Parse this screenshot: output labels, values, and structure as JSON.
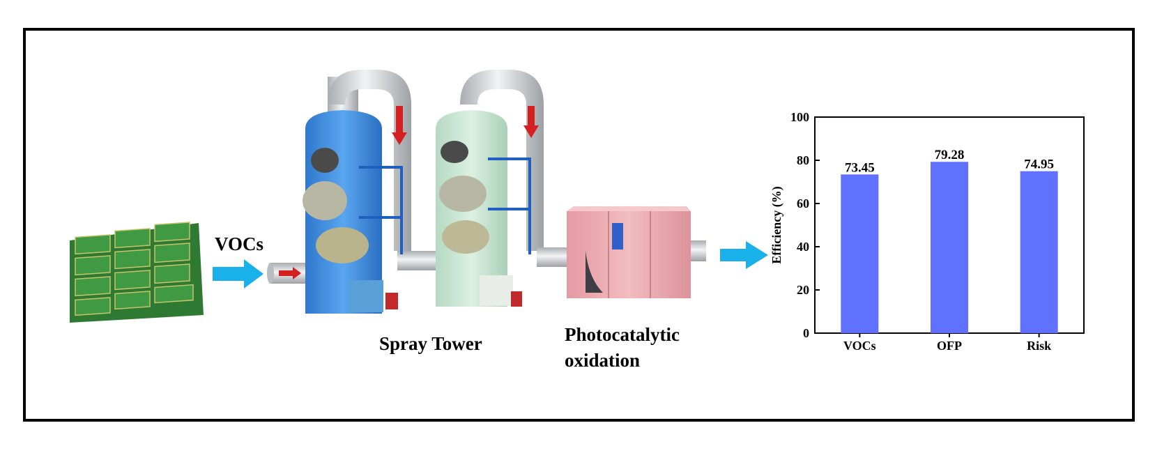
{
  "labels": {
    "vocs_input": "VOCs",
    "spray_tower": "Spray Tower",
    "photocatalytic": "Photocatalytic oxidation"
  },
  "colors": {
    "arrow": "#1ab0ea",
    "tower1": "#3a8fe0",
    "tower2": "#c8e6d2",
    "unit": "#e8a8ae",
    "bar": "#6070ff",
    "pipe": "#cfd3d6",
    "flow_arrow": "#d42020"
  },
  "chart_data": {
    "type": "bar",
    "categories": [
      "VOCs",
      "OFP",
      "Risk"
    ],
    "values": [
      73.45,
      79.28,
      74.95
    ],
    "data_labels": [
      "73.45",
      "79.28",
      "74.95"
    ],
    "ylabel": "Efficiency (%)",
    "ylim": [
      0,
      100
    ],
    "yticks": [
      0,
      20,
      40,
      60,
      80,
      100
    ],
    "grid": false,
    "legend": false
  }
}
